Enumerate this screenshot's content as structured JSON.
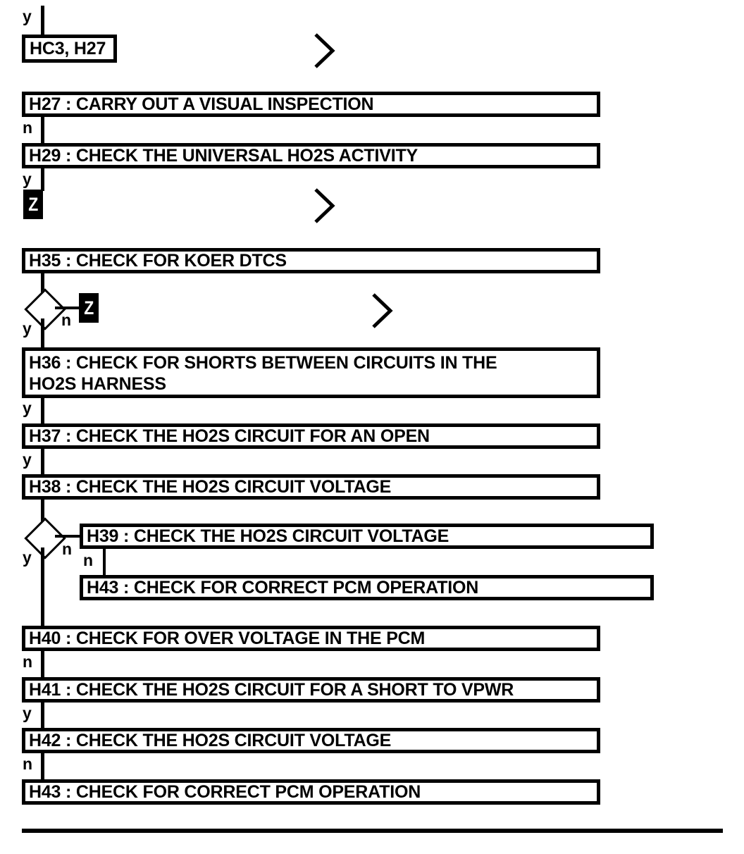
{
  "diagram": {
    "title": "HO2S Diagnostic Flowchart H27-H43",
    "type": "flowchart",
    "accent_color": "#000000",
    "background_color": "#ffffff"
  },
  "nodes": {
    "entry": {
      "label": "HC3, H27"
    },
    "h27": {
      "label": "H27 : CARRY OUT A VISUAL INSPECTION"
    },
    "h29": {
      "label": "H29 : CHECK THE UNIVERSAL HO2S ACTIVITY"
    },
    "h35": {
      "label": "H35 : CHECK FOR KOER DTCS"
    },
    "h36": {
      "label": "H36 : CHECK FOR SHORTS BETWEEN CIRCUITS IN THE\nHO2S HARNESS"
    },
    "h37": {
      "label": "H37 : CHECK THE HO2S CIRCUIT FOR AN OPEN"
    },
    "h38": {
      "label": "H38 : CHECK THE HO2S CIRCUIT VOLTAGE"
    },
    "h39": {
      "label": "H39 : CHECK THE HO2S CIRCUIT VOLTAGE"
    },
    "h43b": {
      "label": "H43 : CHECK FOR CORRECT PCM OPERATION"
    },
    "h40": {
      "label": "H40 : CHECK FOR OVER VOLTAGE IN THE PCM"
    },
    "h41": {
      "label": "H41 : CHECK THE HO2S CIRCUIT FOR A SHORT TO VPWR"
    },
    "h42": {
      "label": "H42 : CHECK THE HO2S CIRCUIT VOLTAGE"
    },
    "h43": {
      "label": "H43 : CHECK FOR CORRECT PCM OPERATION"
    }
  },
  "terminators": {
    "z1": {
      "label": "Z"
    },
    "z2": {
      "label": "Z"
    }
  },
  "branch_labels": {
    "entry_y": "y",
    "h27_n": "n",
    "h29_y": "y",
    "d1_y": "y",
    "d1_n": "n",
    "h36_y": "y",
    "h37_y": "y",
    "d2_y": "y",
    "d2_n": "n",
    "h39_n": "n",
    "h40_n": "n",
    "h41_y": "y",
    "h42_n": "n"
  },
  "markers": {
    "chevron_1": "chevron-right",
    "chevron_2": "chevron-right",
    "chevron_3": "chevron-right"
  }
}
